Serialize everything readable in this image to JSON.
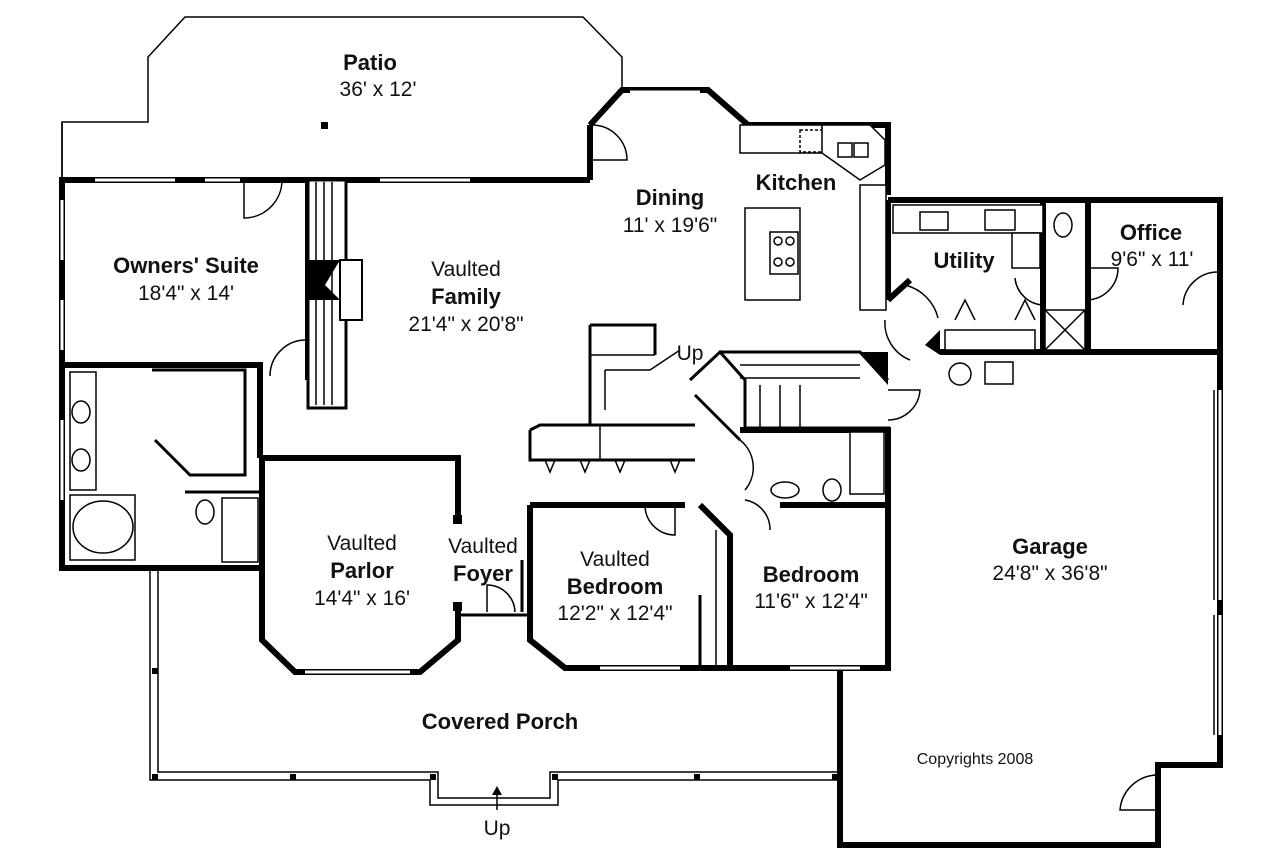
{
  "rooms": {
    "patio": {
      "name": "Patio",
      "size": "36' x 12'"
    },
    "dining": {
      "name": "Dining",
      "size": "11' x 19'6\""
    },
    "kitchen": {
      "name": "Kitchen"
    },
    "utility": {
      "name": "Utility"
    },
    "office": {
      "name": "Office",
      "size": "9'6\" x 11'"
    },
    "owners_suite": {
      "name": "Owners' Suite",
      "size": "18'4\" x 14'"
    },
    "family": {
      "prefix": "Vaulted",
      "name": "Family",
      "size": "21'4\" x 20'8\""
    },
    "parlor": {
      "prefix": "Vaulted",
      "name": "Parlor",
      "size": "14'4\" x 16'"
    },
    "foyer": {
      "prefix": "Vaulted",
      "name": "Foyer"
    },
    "bedroom2": {
      "prefix": "Vaulted",
      "name": "Bedroom",
      "size": "12'2\" x 12'4\""
    },
    "bedroom3": {
      "name": "Bedroom",
      "size": "11'6\" x 12'4\""
    },
    "garage": {
      "name": "Garage",
      "size": "24'8\" x 36'8\""
    },
    "porch": {
      "name": "Covered Porch"
    }
  },
  "annotations": {
    "stair_up": "Up",
    "entry_up": "Up",
    "copyright": "Copyrights 2008"
  }
}
